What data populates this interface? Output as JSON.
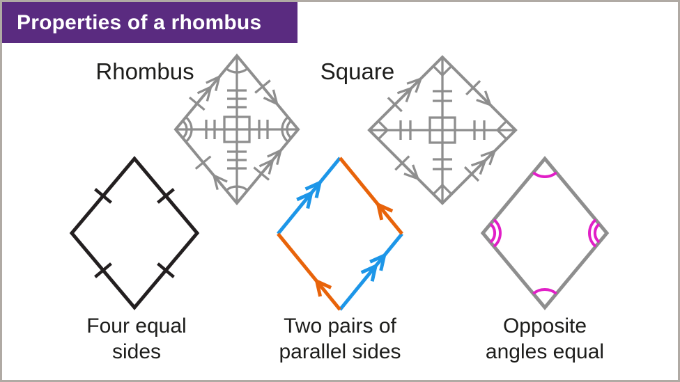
{
  "header": {
    "title": "Properties of a rhombus"
  },
  "shape_labels": {
    "rhombus": "Rhombus",
    "square": "Square"
  },
  "captions": {
    "four_equal_sides": "Four equal\nsides",
    "parallel_sides": "Two pairs of\nparallel sides",
    "opposite_angles": "Opposite\nangles equal"
  },
  "colors": {
    "banner_background": "#5A2B80",
    "banner_text": "#FFFFFF",
    "frame_border": "#B0AAA4",
    "diagram_gray": "#8E8E8E",
    "shape_black": "#231F20",
    "parallel_blue": "#1D96E8",
    "parallel_orange": "#E8630A",
    "angle_magenta": "#E11FC7",
    "label_text": "#1D1D1B",
    "background": "#FFFFFF"
  }
}
